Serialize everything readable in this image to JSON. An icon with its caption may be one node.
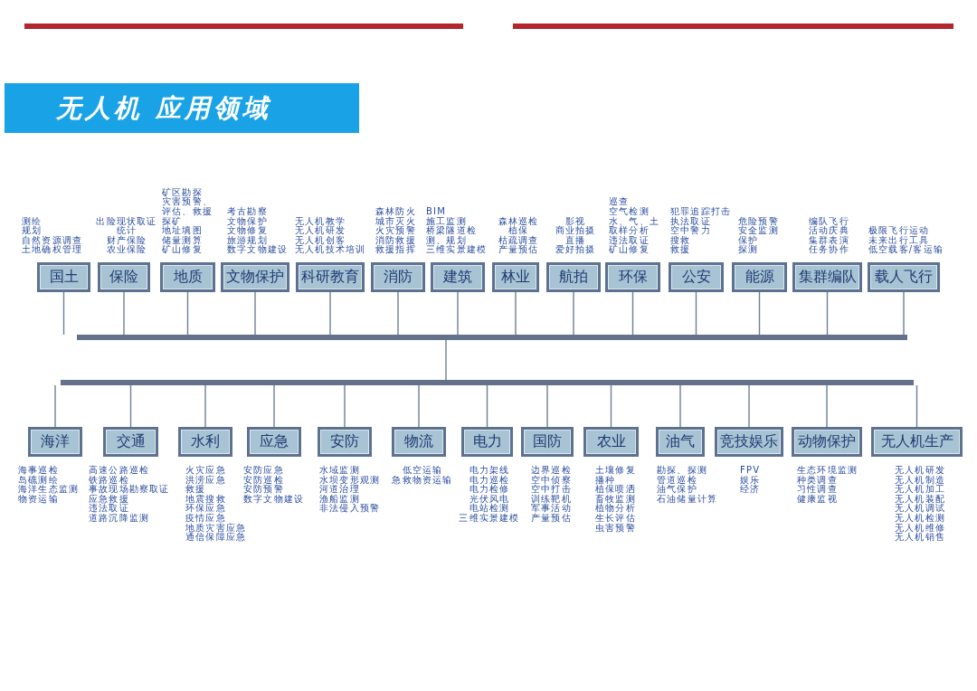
{
  "diagram": {
    "title": "无人机 应用领域",
    "nodes": [
      {
        "text": [
          "国土"
        ],
        "beside": [
          "测绘",
          "规划",
          "自然资源调查",
          "土地确权管理"
        ]
      },
      {
        "text": [
          "保险"
        ],
        "beside": [
          "出险现状取证",
          "统计",
          "财产保险",
          "农业保险"
        ]
      },
      {
        "text": [
          "地质"
        ],
        "beside": [
          "矿区勘探",
          "灾害预警、评估、救援",
          "探矿",
          "地址填图",
          "储量测算",
          "矿山修复"
        ]
      },
      {
        "text": [
          "文物保护"
        ],
        "beside": [
          "考古勘察",
          "文物保护",
          "文物修复",
          "旅游规划",
          "数字文物建设"
        ]
      },
      {
        "text": [
          "科研教育"
        ],
        "beside": [
          "无人机教学",
          "无人机研发",
          "无人机创客",
          "无人机技术培训"
        ]
      },
      {
        "text": [
          "消防"
        ],
        "beside": [
          "森林防火",
          "城市灭火",
          "火灾预警",
          "消防救援",
          "救援指挥"
        ]
      },
      {
        "text": [
          "建筑"
        ],
        "beside": [
          "BIM",
          "施工监测",
          "桥梁隧道检测、规划",
          "三维实景建模"
        ]
      },
      {
        "text": [
          "林业"
        ],
        "beside": [
          "森林巡检",
          "植保",
          "枯疏调查",
          "产量预估"
        ]
      },
      {
        "text": [
          "航拍"
        ],
        "beside": [
          "影视",
          "商业拍摄",
          "直播",
          "爱好拍摄"
        ]
      },
      {
        "text": [
          "环保"
        ],
        "beside": [
          "巡查",
          "空气检测",
          "水、气、土取样分析",
          "违法取证",
          "矿山修复"
        ]
      },
      {
        "text": [
          "公安"
        ],
        "beside": [
          "犯罪追踪打击",
          "执法取证",
          "空中警力",
          "搜救",
          "救援"
        ]
      },
      {
        "text": [
          "能源"
        ],
        "beside": [
          "危险预警",
          "安全监测",
          "保护",
          "探测"
        ]
      },
      {
        "text": [
          "集群编队"
        ],
        "beside": [
          "编队飞行",
          "活动庆典",
          "集群表演",
          "任务协作"
        ]
      },
      {
        "text": [
          "载人飞行"
        ],
        "beside": [
          "极限飞行运动",
          "未来出行工具",
          "低空载客/客运输"
        ]
      },
      {
        "text": [],
        "shape": "bar"
      },
      {
        "text": [],
        "shape": "bar"
      },
      {
        "text": [
          "海洋"
        ],
        "beside": [
          "海事巡检",
          "岛礁测绘",
          "海洋生态监测",
          "物资运输"
        ]
      },
      {
        "text": [
          "交通"
        ],
        "beside": [
          "高速公路巡检",
          "铁路巡检",
          "事故现场勘察取证",
          "应急救援",
          "违法取证",
          "道路沉降监测"
        ]
      },
      {
        "text": [
          "水利"
        ],
        "beside": [
          "火灾应急",
          "洪涝应急",
          "救援",
          "地震搜救",
          "环保应急",
          "疫情应急",
          "地质灾害应急",
          "通信保障应急"
        ]
      },
      {
        "text": [
          "应急"
        ],
        "beside": [
          "安防应急",
          "安防巡检",
          "安防预警",
          "数字文物建设"
        ]
      },
      {
        "text": [
          "安防"
        ],
        "beside": [
          "水域监测",
          "水坝变形观测",
          "河道治理",
          "渔船监测",
          "非法侵入预警"
        ]
      },
      {
        "text": [
          "物流"
        ],
        "beside": [
          "低空运输",
          "急救物资运输"
        ]
      },
      {
        "text": [
          "电力"
        ],
        "beside": [
          "电力架线",
          "电力巡检",
          "电力检修",
          "光伏风电",
          "电站检测",
          "三维实景建模"
        ]
      },
      {
        "text": [
          "国防"
        ],
        "beside": [
          "边界巡检",
          "空中侦察",
          "空中打击",
          "训练靶机",
          "军事活动",
          "产量预估"
        ]
      },
      {
        "text": [
          "农业"
        ],
        "beside": [
          "土壤修复",
          "播种",
          "植保喷洒",
          "畜牧监测",
          "植物分析",
          "生长评估",
          "虫害预警"
        ]
      },
      {
        "text": [
          "油气"
        ],
        "beside": [
          "勘探、探测",
          "管道巡检",
          "油气保护",
          "石油储量计算"
        ]
      },
      {
        "text": [
          "竞技娱乐"
        ],
        "beside": [
          "FPV",
          "娱乐",
          "经济"
        ]
      },
      {
        "text": [
          "动物保护"
        ],
        "beside": [
          "生态环境监测",
          "种类调查",
          "习性调查",
          "健康监视"
        ]
      },
      {
        "text": [
          "无人机生产"
        ],
        "beside": [
          "无人机研发",
          "无人机制造",
          "无人机加工",
          "无人机装配",
          "无人机调试",
          "无人机检测",
          "无人机维修",
          "无人机销售"
        ]
      }
    ],
    "edges": [
      {
        "from": 14,
        "to": 0,
        "arrow": "none"
      },
      {
        "from": 14,
        "to": 1,
        "arrow": "none"
      },
      {
        "from": 14,
        "to": 2,
        "arrow": "none"
      },
      {
        "from": 14,
        "to": 3,
        "arrow": "none"
      },
      {
        "from": 14,
        "to": 4,
        "arrow": "none"
      },
      {
        "from": 14,
        "to": 5,
        "arrow": "none"
      },
      {
        "from": 14,
        "to": 6,
        "arrow": "none"
      },
      {
        "from": 14,
        "to": 7,
        "arrow": "none"
      },
      {
        "from": 14,
        "to": 8,
        "arrow": "none"
      },
      {
        "from": 14,
        "to": 9,
        "arrow": "none"
      },
      {
        "from": 14,
        "to": 10,
        "arrow": "none"
      },
      {
        "from": 14,
        "to": 11,
        "arrow": "none"
      },
      {
        "from": 14,
        "to": 12,
        "arrow": "none"
      },
      {
        "from": 14,
        "to": 13,
        "arrow": "none"
      },
      {
        "from": 14,
        "to": 15,
        "arrow": "none"
      },
      {
        "from": 15,
        "to": 16,
        "arrow": "none"
      },
      {
        "from": 15,
        "to": 17,
        "arrow": "none"
      },
      {
        "from": 15,
        "to": 18,
        "arrow": "none"
      },
      {
        "from": 15,
        "to": 19,
        "arrow": "none"
      },
      {
        "from": 15,
        "to": 20,
        "arrow": "none"
      },
      {
        "from": 15,
        "to": 21,
        "arrow": "none"
      },
      {
        "from": 15,
        "to": 22,
        "arrow": "none"
      },
      {
        "from": 15,
        "to": 23,
        "arrow": "none"
      },
      {
        "from": 15,
        "to": 24,
        "arrow": "none"
      },
      {
        "from": 15,
        "to": 25,
        "arrow": "none"
      },
      {
        "from": 15,
        "to": 26,
        "arrow": "none"
      },
      {
        "from": 15,
        "to": 27,
        "arrow": "none"
      },
      {
        "from": 15,
        "to": 28,
        "arrow": "none"
      }
    ]
  }
}
